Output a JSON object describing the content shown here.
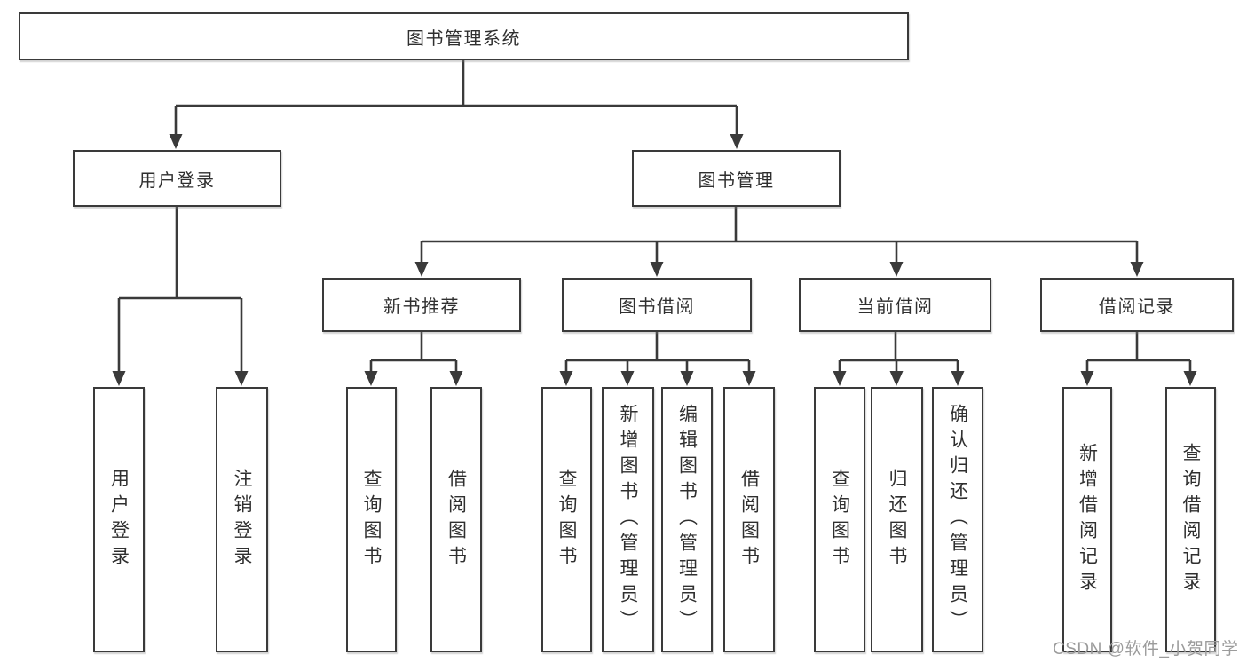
{
  "diagram": {
    "tree": {
      "label": "图书管理系统",
      "children": [
        {
          "label": "用户登录",
          "children": [
            {
              "label": "用户登录"
            },
            {
              "label": "注销登录"
            }
          ]
        },
        {
          "label": "图书管理",
          "children": [
            {
              "label": "新书推荐",
              "children": [
                {
                  "label": "查询图书"
                },
                {
                  "label": "借阅图书"
                }
              ]
            },
            {
              "label": "图书借阅",
              "children": [
                {
                  "label": "查询图书"
                },
                {
                  "label": "新增图书（管理员）"
                },
                {
                  "label": "编辑图书（管理员）"
                },
                {
                  "label": "借阅图书"
                }
              ]
            },
            {
              "label": "当前借阅",
              "children": [
                {
                  "label": "查询图书"
                },
                {
                  "label": "归还图书"
                },
                {
                  "label": "确认归还（管理员）"
                }
              ]
            },
            {
              "label": "借阅记录",
              "children": [
                {
                  "label": "新增借阅记录"
                },
                {
                  "label": "查询借阅记录"
                }
              ]
            }
          ]
        }
      ]
    },
    "line_color": "#3a3a3a",
    "watermark": {
      "text": "CSDN @软件_小贺同学",
      "color": "#9b9b9b"
    }
  }
}
